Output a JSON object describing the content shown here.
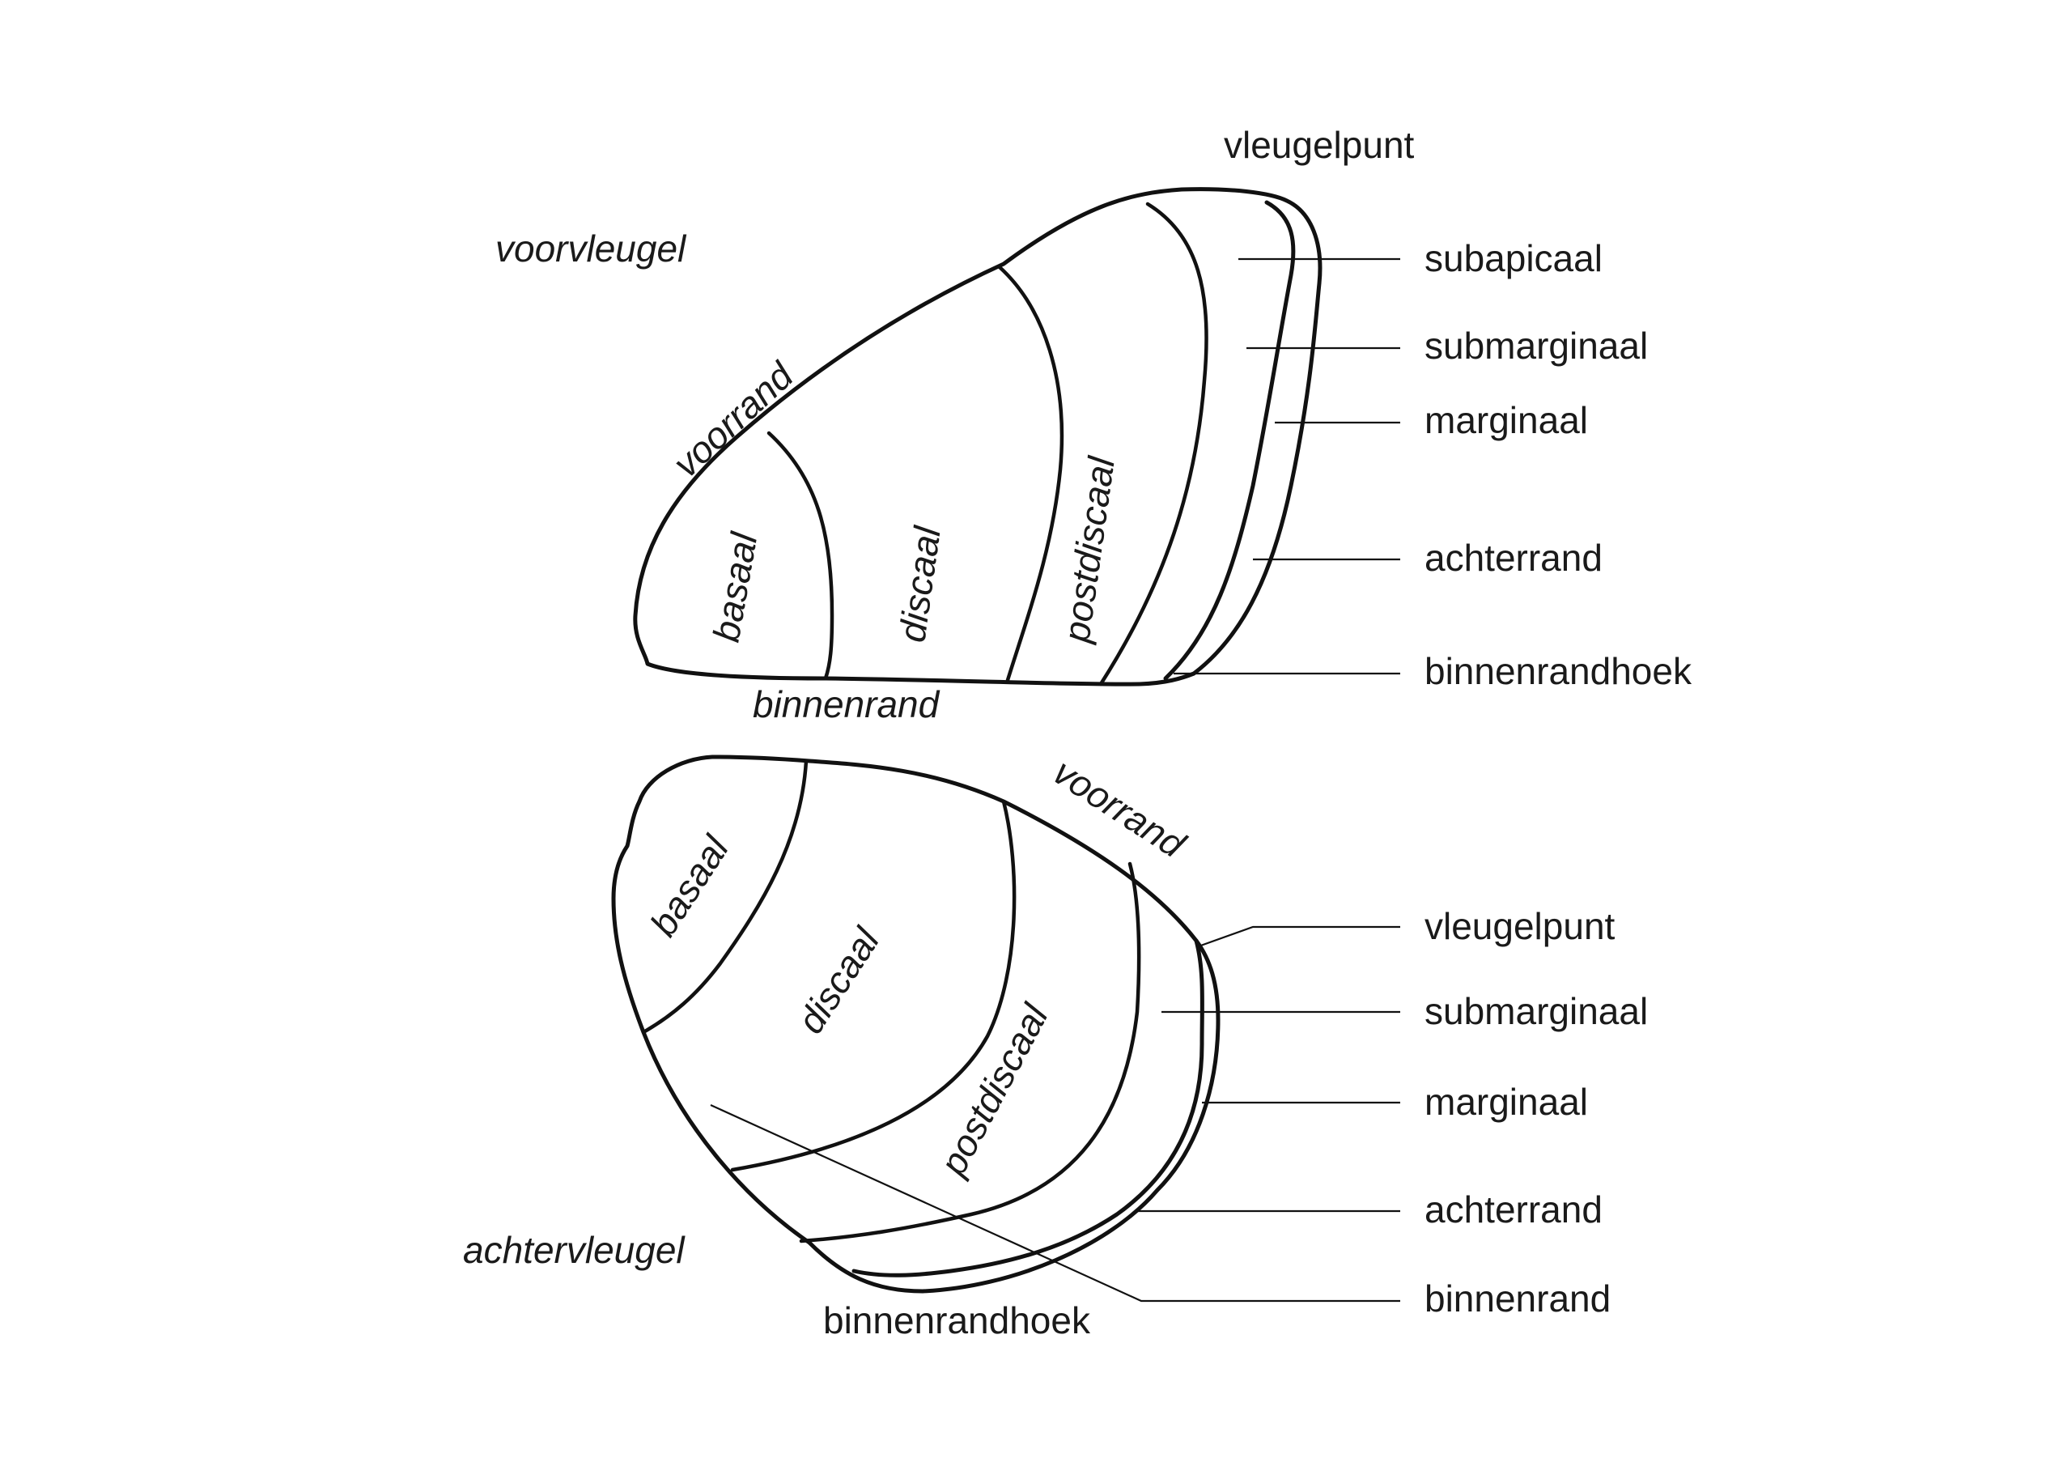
{
  "forewing": {
    "title": "voorvleugel",
    "costa": "voorrand",
    "inner_margin": "binnenrand",
    "apex": "vleugelpunt",
    "zones": [
      "basaal",
      "discaal",
      "postdiscaal"
    ],
    "right_labels": [
      "subapicaal",
      "submarginaal",
      "marginaal",
      "achterrand",
      "binnenrandhoek"
    ]
  },
  "hindwing": {
    "title": "achtervleugel",
    "costa": "voorrand",
    "tornus": "binnenrandhoek",
    "zones": [
      "basaal",
      "discaal",
      "postdiscaal"
    ],
    "right_labels": [
      "vleugelpunt",
      "submarginaal",
      "marginaal",
      "achterrand",
      "binnenrand"
    ]
  },
  "colors": {
    "line": "#111111",
    "text": "#1a1a1a",
    "background": "#ffffff"
  }
}
